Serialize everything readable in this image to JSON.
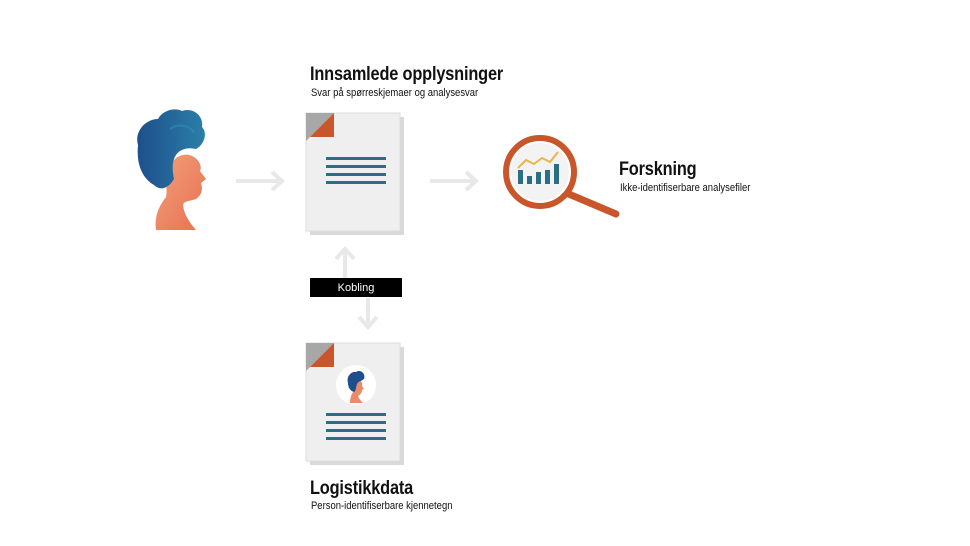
{
  "collected": {
    "title": "Innsamlede opplysninger",
    "subtitle": "Svar på spørreskjemaer og analysesvar"
  },
  "research": {
    "title": "Forskning",
    "subtitle": "Ikke-identifiserbare analysefiler"
  },
  "logistics": {
    "title": "Logistikkdata",
    "subtitle": "Person-identifiserbare kjennetegn"
  },
  "link_label": "Kobling",
  "colors": {
    "accent_orange": "#c9562a",
    "hair_blue": "#1e4f8c",
    "teal": "#2b6f82",
    "skin": "#e98a68",
    "paper": "#efefef",
    "arrow": "#e8e8e8",
    "chart_line": "#e6b64a"
  }
}
